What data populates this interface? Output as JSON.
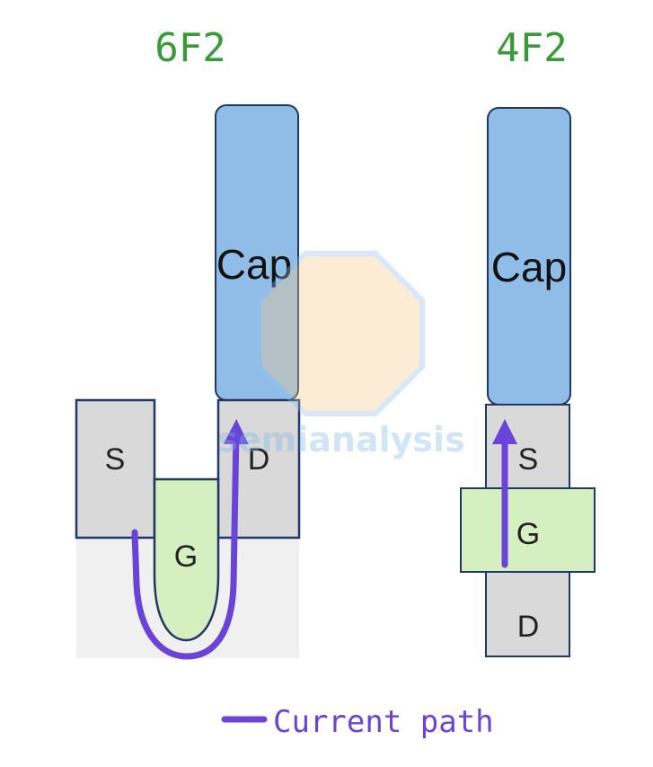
{
  "titles": {
    "left": "6F2",
    "right": "4F2"
  },
  "left_cell": {
    "cap": "Cap",
    "source": "S",
    "gate": "G",
    "drain": "D"
  },
  "right_cell": {
    "cap": "Cap",
    "source": "S",
    "gate": "G",
    "drain": "D"
  },
  "legend": {
    "label": "Current path"
  },
  "watermark": {
    "text": "semianalysis"
  },
  "colors": {
    "title": "#3a9a3a",
    "cap": "#8fbde8",
    "terminal": "#d9d9d9",
    "gate": "#d5efc0",
    "outline": "#1f3864",
    "current_path": "#6a44d8"
  }
}
